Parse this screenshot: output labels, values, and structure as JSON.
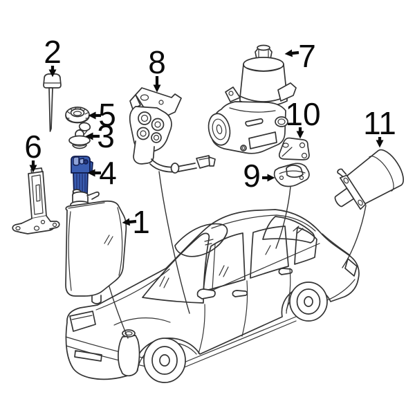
{
  "diagram": {
    "background_color": "#ffffff",
    "line_color": "#333333",
    "label_color": "#0a0a0a",
    "highlight": {
      "fill": "#3a5db1",
      "light": "#8fa3d8",
      "dark": "#24367c",
      "outline": "#101c4e"
    },
    "callouts": [
      {
        "number": "1"
      },
      {
        "number": "2"
      },
      {
        "number": "3"
      },
      {
        "number": "4"
      },
      {
        "number": "5"
      },
      {
        "number": "6"
      },
      {
        "number": "7"
      },
      {
        "number": "8"
      },
      {
        "number": "9"
      },
      {
        "number": "10"
      },
      {
        "number": "11"
      }
    ]
  }
}
